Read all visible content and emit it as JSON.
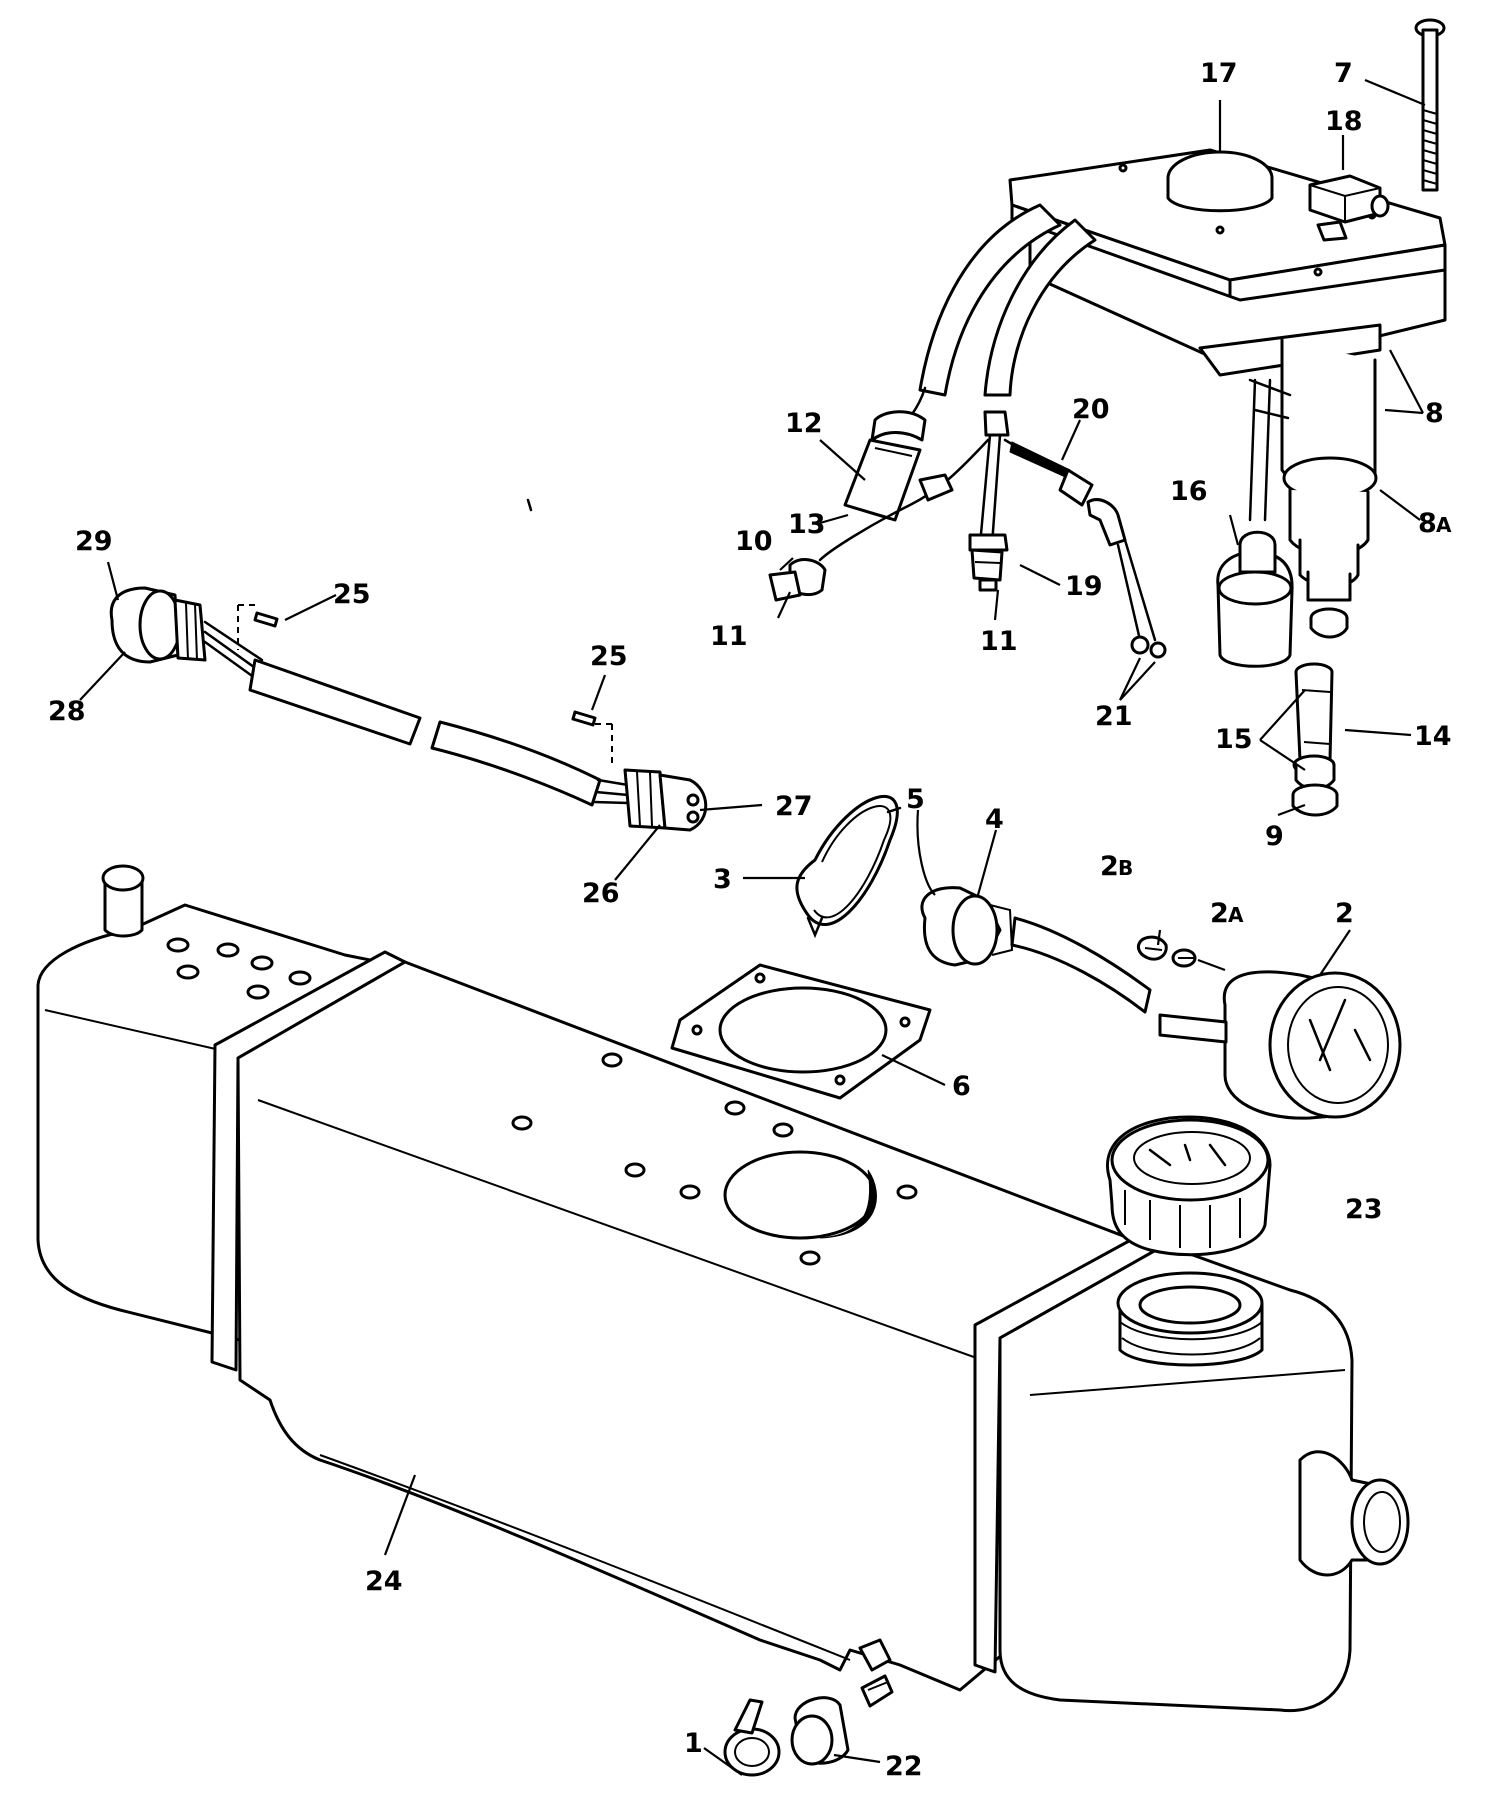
{
  "diagram": {
    "callouts": {
      "c1": "1",
      "c2": "2",
      "c2a": "2",
      "c2a_sub": "A",
      "c2b": "2",
      "c2b_sub": "B",
      "c3": "3",
      "c4": "4",
      "c5": "5",
      "c6": "6",
      "c7": "7",
      "c8": "8",
      "c8a": "8",
      "c8a_sub": "A",
      "c9": "9",
      "c10": "10",
      "c11a": "11",
      "c11b": "11",
      "c12": "12",
      "c13": "13",
      "c14": "14",
      "c15": "15",
      "c16": "16",
      "c17": "17",
      "c18": "18",
      "c19": "19",
      "c20": "20",
      "c21": "21",
      "c22": "22",
      "c23": "23",
      "c24": "24",
      "c25a": "25",
      "c25b": "25",
      "c26": "26",
      "c27": "27",
      "c28": "28",
      "c29": "29"
    }
  }
}
